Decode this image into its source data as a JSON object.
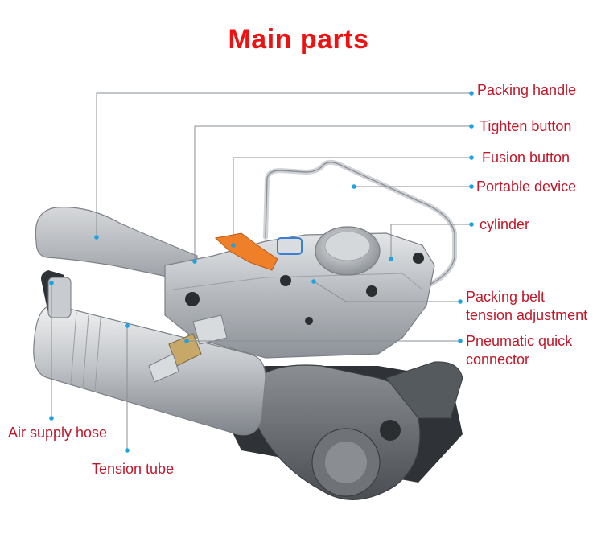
{
  "title": "Main parts",
  "colors": {
    "title": "#ee1111",
    "label": "#c0182a",
    "leader": "#8a8f96",
    "dot": "#1fa3e0",
    "body": "#b8bcc1",
    "knob": "#f07f2a"
  },
  "labels": {
    "packing_handle": "Packing handle",
    "tighten_button": "Tighten button",
    "fusion_button": "Fusion button",
    "portable_device": "Portable device",
    "cylinder": "cylinder",
    "packing_belt_line1": "Packing belt",
    "packing_belt_line2": "tension adjustment",
    "pneumatic_line1": "Pneumatic quick",
    "pneumatic_line2": "connector",
    "air_supply_hose": "Air supply hose",
    "tension_tube": "Tension tube"
  }
}
